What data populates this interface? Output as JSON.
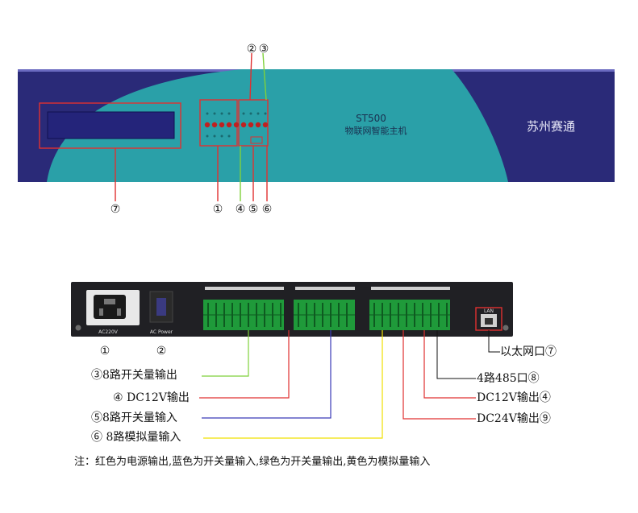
{
  "front_panel": {
    "model": "ST500",
    "product_name": "物联网智能主机",
    "brand": "苏州赛通",
    "callout_numbers_top": [
      "②",
      "③"
    ],
    "callout_numbers_bottom": [
      "⑦",
      "①",
      "④",
      "⑤",
      "⑥"
    ]
  },
  "rear_panel": {
    "power_label": "AC220V",
    "switch_label": "AC Power",
    "lan_label": "LAN",
    "callout_numbers": [
      "①",
      "②"
    ]
  },
  "legend": {
    "items": [
      {
        "num": "③",
        "text": "8路开关量输出",
        "color": "#7fd13b"
      },
      {
        "num": "④",
        "text": "DC12V输出",
        "color": "#e03030"
      },
      {
        "num": "⑤",
        "text": "8路开关量输入",
        "color": "#3a3ab8"
      },
      {
        "num": "⑥",
        "text": "8路模拟量输入",
        "color": "#f0e000"
      }
    ],
    "right_items": [
      {
        "text": "以太网口⑦"
      },
      {
        "text": "4路485口⑧"
      },
      {
        "text": "DC12V输出④"
      },
      {
        "text": "DC24V输出⑨"
      }
    ]
  },
  "note": "注：红色为电源输出,蓝色为开关量输入,绿色为开关量输出,黄色为模拟量输入",
  "colors": {
    "panel_navy": "#2a2a78",
    "panel_teal": "#2aa0a8",
    "rear_body": "#202024",
    "terminal_green": "#1f9a3a"
  }
}
